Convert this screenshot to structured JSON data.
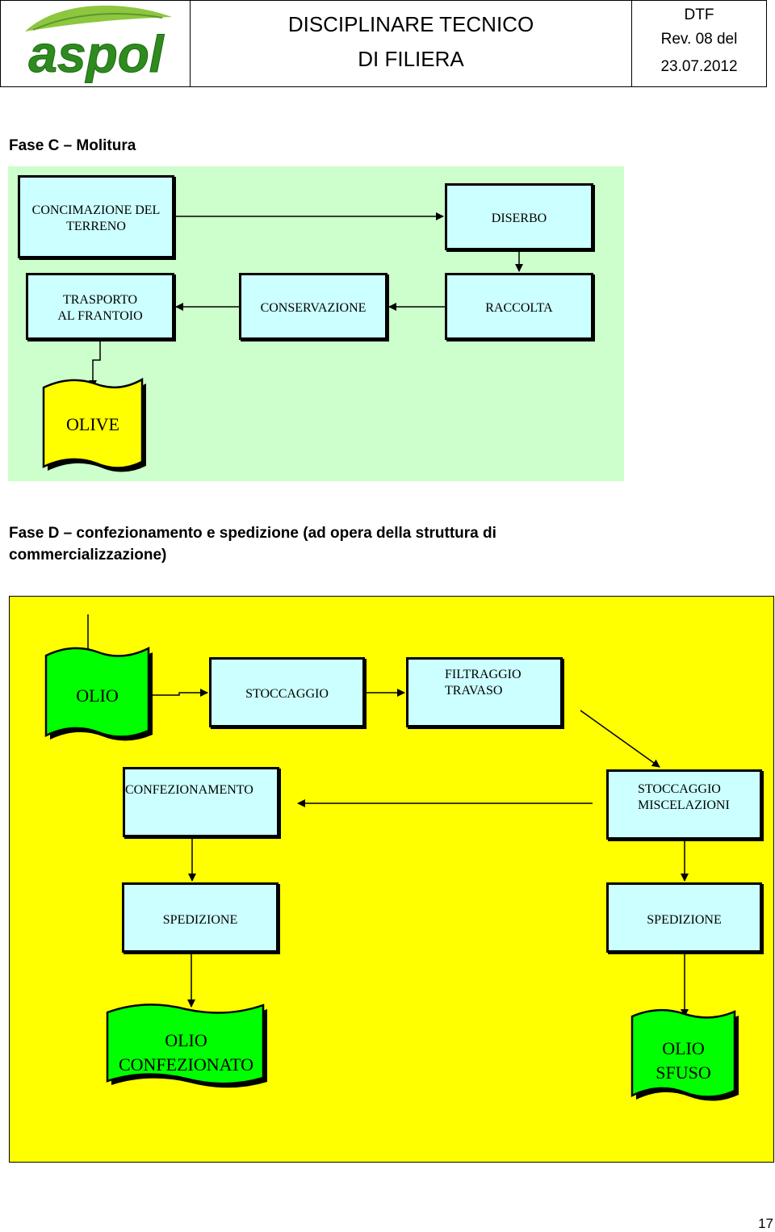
{
  "header": {
    "logo_text": "aspol",
    "title_line1": "DISCIPLINARE TECNICO",
    "title_line2": "DI FILIERA",
    "doc_code": "DTF",
    "revision": "Rev. 08 del",
    "date": "23.07.2012"
  },
  "phase_c": {
    "title": "Fase C – Molitura",
    "boxes": {
      "concimazione": "CONCIMAZIONE DEL\nTERRENO",
      "diserbo": "DISERBO",
      "trasporto": "TRASPORTO\nAL FRANTOIO",
      "conservazione": "CONSERVAZIONE",
      "raccolta": "RACCOLTA"
    },
    "document": "OLIVE"
  },
  "phase_d": {
    "title_bold": "Fase D – confezionamento e spedizione",
    "title_rest": " (ad opera della struttura di",
    "title_line2": "commercializzazione)",
    "boxes": {
      "stoccaggio": "STOCCAGGIO",
      "filtraggio": "FILTRAGGIO\nTRAVASO",
      "confezionamento": "CONFEZIONAMENTO",
      "stoccaggio_misc": "STOCCAGGIO\nMISCELAZIONI",
      "spedizione_left": "SPEDIZIONE",
      "spedizione_right": "SPEDIZIONE"
    },
    "documents": {
      "olio": "OLIO",
      "olio_confezionato": "OLIO\nCONFEZIONATO",
      "olio_sfuso": "OLIO\nSFUSO"
    }
  },
  "colors": {
    "panel_c_bg": "#ccffcc",
    "panel_d_bg": "#ffff00",
    "box_fill": "#ccffff",
    "doc_olive": "#ffff00",
    "doc_olio": "#00ff00",
    "logo_green": "#2e8b1e",
    "logo_leaf": "#8ec63f"
  },
  "page_number": "17"
}
